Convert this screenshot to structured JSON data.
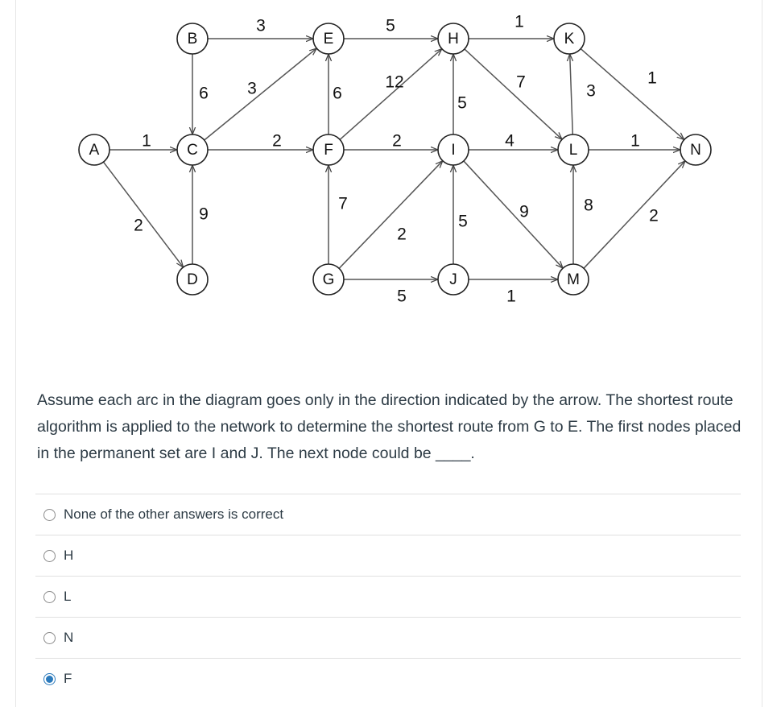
{
  "graph": {
    "nodes": [
      "A",
      "B",
      "C",
      "D",
      "E",
      "F",
      "G",
      "H",
      "I",
      "J",
      "K",
      "L",
      "M",
      "N"
    ],
    "edge_weights": {
      "A-C": "1",
      "A-D": "2",
      "B-E": "3",
      "B-C": "6",
      "C-E": "3",
      "C-F": "2",
      "D-C": "9",
      "E-H": "5",
      "F-E": "6",
      "F-H": "12",
      "F-I": "2",
      "G-F": "7",
      "G-I": "2",
      "G-J": "5",
      "H-K": "1",
      "H-L": "7",
      "I-H": "5",
      "I-L": "4",
      "I-M": "9",
      "J-I": "5",
      "J-M": "1",
      "K-N": "1",
      "L-K": "3",
      "L-N": "1",
      "M-L": "8",
      "M-N": "2"
    }
  },
  "question": "Assume each arc in the diagram goes only in the direction indicated by the arrow.  The shortest route algorithm is applied to the network to determine the shortest route from G to E.  The first nodes placed in the permanent set are I and J.  The next node could be ____.",
  "answers": [
    {
      "label": "None of the other answers is correct",
      "selected": false
    },
    {
      "label": "H",
      "selected": false
    },
    {
      "label": "L",
      "selected": false
    },
    {
      "label": "N",
      "selected": false
    },
    {
      "label": "F",
      "selected": true
    }
  ],
  "colors": {
    "accent": "#2b7abc",
    "text": "#2d3b45"
  }
}
